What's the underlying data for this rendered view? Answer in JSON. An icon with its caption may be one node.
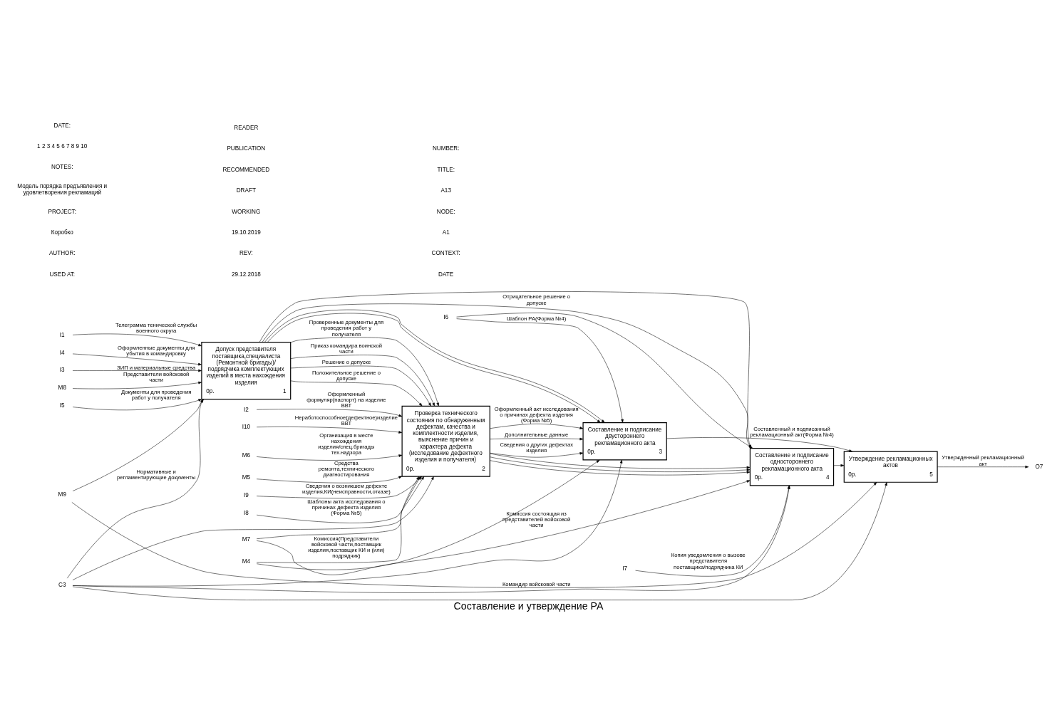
{
  "diagram": {
    "title": "Составление и утверждение РА",
    "nodes": [
      {
        "text": [
          "Допуск представителя поставщика,специалиста (Ремонтной бригады)/ подрядчика комплектующих изделий в места нахождения изделия",
          "0р.",
          "1"
        ]
      },
      {
        "text": [
          "Проверка технического состояния по обнаруженным дефектам, качества и комплектности изделия, выяснение причин и характера дефекта (исследование дефектного изделия и получателя)",
          "0р.",
          "2"
        ]
      },
      {
        "text": [
          "Составление и подписание двустороннего рекламационного акта",
          "0р.",
          "3"
        ]
      },
      {
        "text": [
          "Составление и подписание одностороннего рекламационного акта",
          "0р.",
          "4"
        ]
      },
      {
        "text": [
          "Утверждение рекламационных актов",
          "0р.",
          "5"
        ]
      },
      {
        "text": [
          "I5"
        ]
      },
      {
        "text": [
          "I1"
        ]
      },
      {
        "text": [
          "I4"
        ]
      },
      {
        "text": [
          "I3"
        ]
      },
      {
        "text": [
          "I9"
        ]
      },
      {
        "text": [
          "I8"
        ]
      },
      {
        "text": [
          "I2"
        ]
      },
      {
        "text": [
          "I10"
        ]
      },
      {
        "text": [
          "I6"
        ]
      },
      {
        "text": [
          "I7"
        ]
      },
      {
        "text": [
          "C3"
        ]
      },
      {
        "text": [
          "M8"
        ]
      },
      {
        "text": [
          "M6"
        ]
      },
      {
        "text": [
          "M5"
        ]
      },
      {
        "text": [
          "M4"
        ]
      },
      {
        "text": [
          "M7"
        ]
      },
      {
        "text": [
          "M9"
        ]
      },
      {
        "text": [
          "O7"
        ]
      }
    ],
    "edges": [
      {
        "from": 5,
        "to": 0,
        "arrow": "to",
        "label": "Документы для проведения работ у получателя"
      },
      {
        "from": 6,
        "to": 0,
        "arrow": "to",
        "label": "Телеграмма тенической службы военного округа"
      },
      {
        "from": 7,
        "to": 0,
        "arrow": "to",
        "label": "Оформленные документы для убытия в командировку"
      },
      {
        "from": 8,
        "to": 0,
        "arrow": "to",
        "label": "ЗИП и материальные средства"
      },
      {
        "from": 9,
        "to": 1,
        "arrow": "to",
        "label": "Сведения о возникшем дефекте изделия,КИ(неисправности,отказе)"
      },
      {
        "from": 10,
        "to": 1,
        "arrow": "to",
        "label": "Шаблоны акта исследования о причинах дефекта изделия (Форма №5)"
      },
      {
        "from": 11,
        "to": 1,
        "arrow": "to",
        "label": "Оформленный формуляр(паспорт) на изделие ВВТ"
      },
      {
        "from": 12,
        "to": 1,
        "arrow": "to",
        "label": "Неработоспособное(дефектное)изделие ВВТ"
      },
      {
        "from": 13,
        "to": 2,
        "arrow": "to",
        "label": "Шаблон РА(Форма №4)"
      },
      {
        "from": 13,
        "to": 3,
        "arrow": "to"
      },
      {
        "from": 14,
        "to": 3,
        "arrow": "to",
        "label": "Копия уведомления о вызове представителя поставщика/подрядчика КИ"
      },
      {
        "from": 15,
        "to": 0,
        "arrow": "to",
        "label": "Нормативные и регламентирующие документы"
      },
      {
        "from": 15,
        "to": 1,
        "arrow": "to"
      },
      {
        "from": 15,
        "to": 2,
        "arrow": "to"
      },
      {
        "from": 15,
        "to": 3,
        "arrow": "to"
      },
      {
        "from": 15,
        "to": 4,
        "arrow": "to"
      },
      {
        "from": 0,
        "to": 1,
        "arrow": "to",
        "label": "Проверенные документы для проведения работ у получателя"
      },
      {
        "from": 0,
        "to": 1,
        "arrow": "to",
        "label": "Приказ командира воинской части"
      },
      {
        "from": 0,
        "to": 2,
        "arrow": "to"
      },
      {
        "from": 0,
        "to": 3,
        "arrow": "to"
      },
      {
        "from": 0,
        "to": 1,
        "arrow": "to",
        "label": "Решение о допуске"
      },
      {
        "from": 0,
        "to": 1,
        "arrow": "to",
        "label": "Положительное решение о допуске"
      },
      {
        "from": 0,
        "to": 2,
        "arrow": "to"
      },
      {
        "from": 0,
        "to": 3,
        "arrow": "to",
        "label": "Отрицательное решение о допуске"
      },
      {
        "from": 1,
        "to": 2,
        "arrow": "to",
        "label": "Сведения о других дефектах изделия"
      },
      {
        "from": 1,
        "to": 3,
        "arrow": "to"
      },
      {
        "from": 1,
        "to": 2,
        "arrow": "to",
        "label": "Оформленный акт исследования о причинах дефекта изделия (Форма №5)"
      },
      {
        "from": 1,
        "to": 3,
        "arrow": "to"
      },
      {
        "from": 1,
        "to": 2,
        "arrow": "to",
        "label": "Дополнительные данные"
      },
      {
        "from": 1,
        "to": 3,
        "arrow": "to"
      },
      {
        "from": 2,
        "to": 4,
        "arrow": "to",
        "label": "Составленный и подписанный рекламационный акт(Форма №4)"
      },
      {
        "from": 3,
        "to": 4,
        "arrow": "to"
      },
      {
        "from": 4,
        "to": 22,
        "arrow": "to",
        "label": "Утвержденный рекламационный акт"
      },
      {
        "from": 16,
        "to": 0,
        "arrow": "to",
        "label": "Представители войсковой части"
      },
      {
        "from": 21,
        "to": 4,
        "arrow": "to",
        "label": "Командир войсковой части"
      },
      {
        "from": 21,
        "to": 0,
        "arrow": "to"
      },
      {
        "from": 17,
        "to": 1,
        "arrow": "to",
        "label": "Организация в месте нахождения изделия/спец.бригады тех.надзора"
      },
      {
        "from": 18,
        "to": 1,
        "arrow": "to",
        "label": "Средства ремонта,технического диагностирования"
      },
      {
        "from": 19,
        "to": 1,
        "arrow": "to",
        "label": "Комиссия(Представители войсковой части,поставщик изделия,поставщик КИ и (или) подрядчик)"
      },
      {
        "from": 19,
        "to": 2,
        "arrow": "to"
      },
      {
        "from": 20,
        "to": 1,
        "arrow": "to"
      },
      {
        "from": 20,
        "to": 3,
        "arrow": "to",
        "label": "Комиссия состоящая из представителей войсковой части"
      }
    ],
    "labels": [
      "USED AT:",
      "AUTHOR:",
      "Коробко",
      "PROJECT:",
      "Модель порядка предъявления и удовлетворения рекламаций",
      "NOTES:",
      "1 2 3 4 5 6 7 8 9 10",
      "DATE:",
      "29.12.2018",
      "REV:",
      "19.10.2019",
      "WORKING",
      "DRAFT",
      "RECOMMENDED",
      "PUBLICATION",
      "READER",
      "DATE",
      "CONTEXT:",
      "A1",
      "NODE:",
      "A13",
      "TITLE:",
      "NUMBER:"
    ]
  }
}
